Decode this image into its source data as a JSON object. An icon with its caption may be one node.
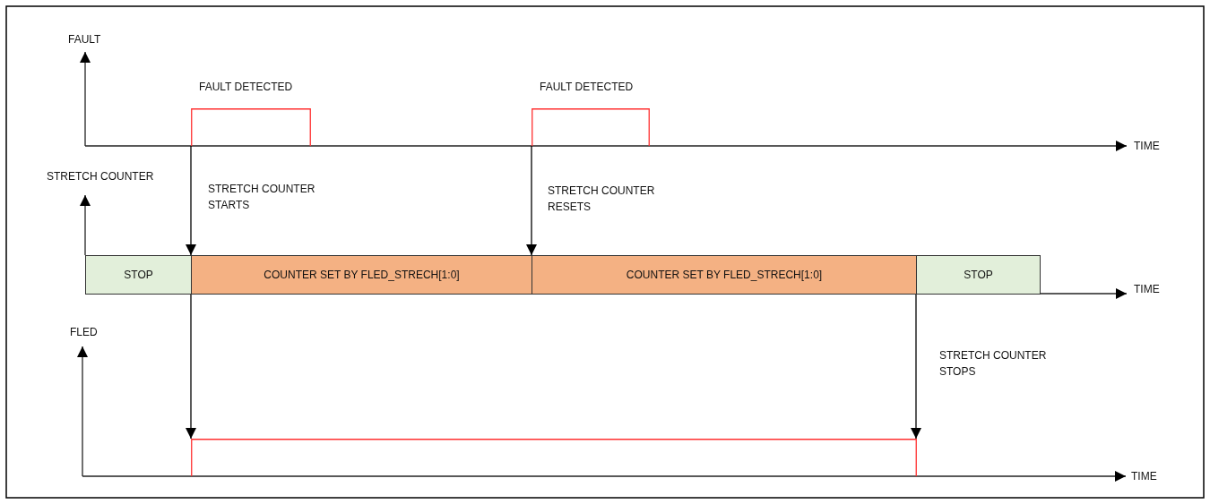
{
  "diagram": {
    "nodes": [
      {
        "text": [
          "FAULT DETECTED"
        ]
      },
      {
        "text": [
          "FAULT DETECTED"
        ]
      },
      {
        "text": [
          "STOP"
        ]
      },
      {
        "text": [
          "COUNTER SET BY FLED_STRECH[1:0]"
        ]
      },
      {
        "text": [
          "COUNTER SET BY FLED_STRECH[1:0]"
        ]
      },
      {
        "text": [
          "STOP"
        ]
      },
      {
        "text": [],
        "shape": "box"
      }
    ],
    "edges": [
      {
        "from": 0,
        "to": 3,
        "arrow": "to",
        "label": "STRETCH COUNTER STARTS"
      },
      {
        "from": 3,
        "to": 6,
        "arrow": "to"
      },
      {
        "from": 1,
        "to": 4,
        "arrow": "to",
        "label": "STRETCH COUNTER RESETS"
      },
      {
        "from": 4,
        "to": 6,
        "arrow": "to",
        "label": "STRETCH COUNTER STOPS"
      }
    ],
    "labels": [
      "FAULT",
      "TIME",
      "STRETCH COUNTER",
      "TIME",
      "FLED",
      "TIME"
    ]
  }
}
